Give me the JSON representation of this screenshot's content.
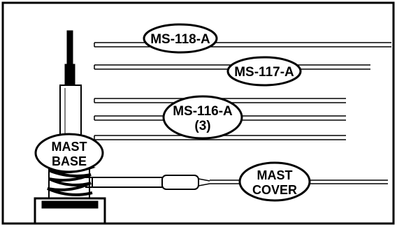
{
  "labels": {
    "ms118a": "MS-118-A",
    "ms117a": "MS-117-A",
    "ms116a_line1": "MS-116-A",
    "ms116a_line2": "(3)",
    "mast_base_line1": "MAST",
    "mast_base_line2": "BASE",
    "mast_cover_line1": "MAST",
    "mast_cover_line2": "COVER"
  },
  "colors": {
    "ink": "#000000",
    "paper": "#ffffff"
  }
}
